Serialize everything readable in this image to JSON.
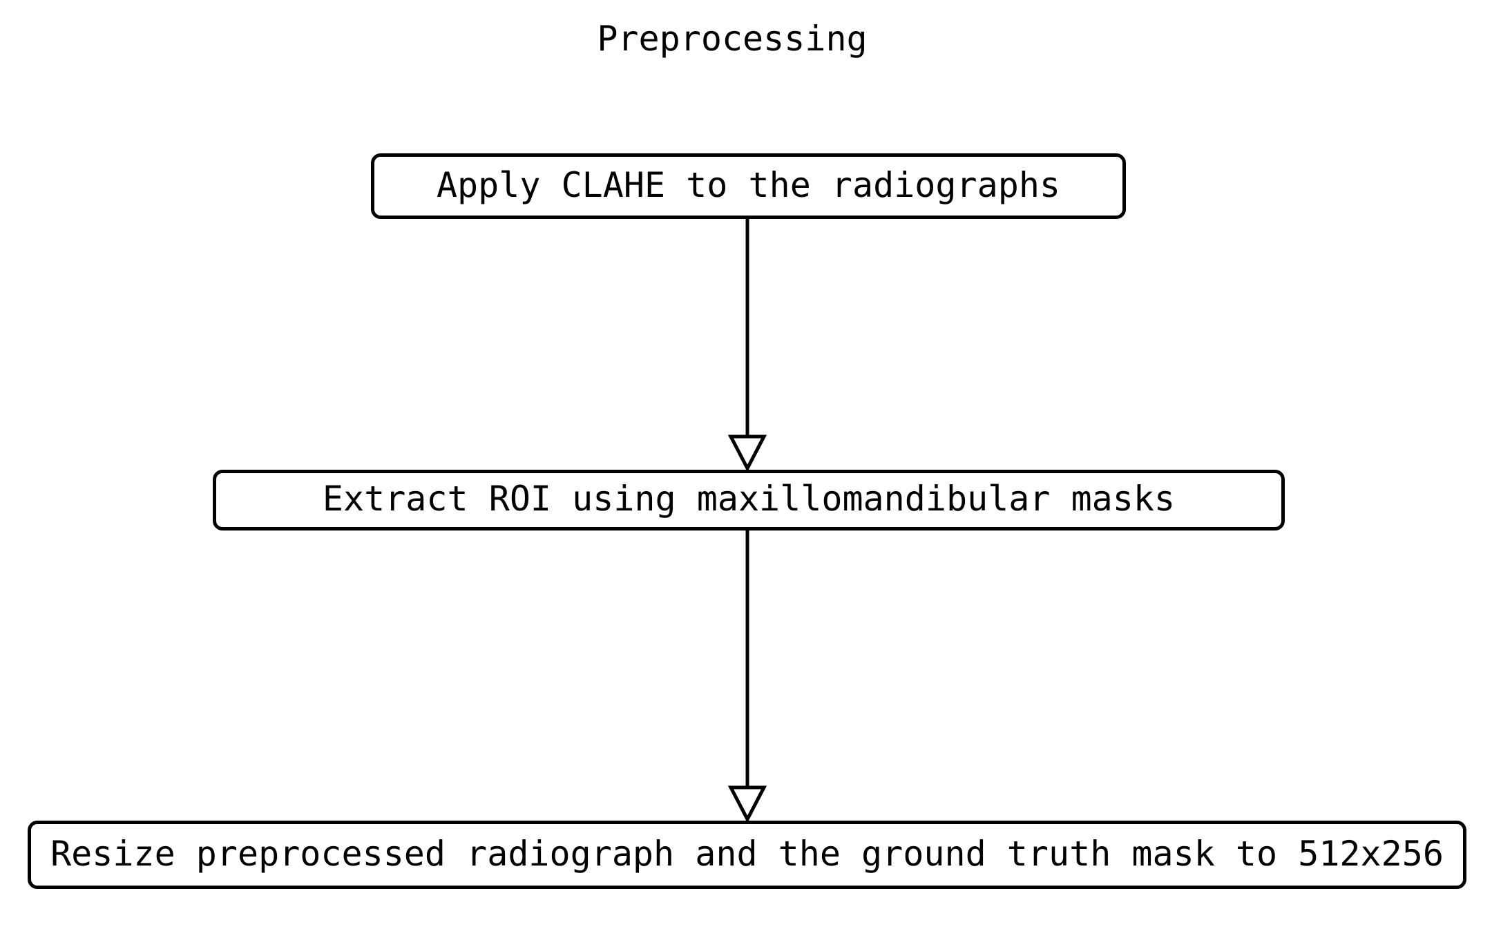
{
  "diagram": {
    "title": "Preprocessing",
    "nodes": [
      {
        "id": "apply-clahe",
        "label": "Apply CLAHE to the radiographs"
      },
      {
        "id": "extract-roi",
        "label": "Extract ROI using maxillomandibular masks"
      },
      {
        "id": "resize-512x256",
        "label": "Resize preprocessed radiograph and the ground truth mask to 512x256"
      }
    ],
    "edges": [
      {
        "from": "apply-clahe",
        "to": "extract-roi",
        "arrowhead": "open-triangle-down"
      },
      {
        "from": "extract-roi",
        "to": "resize-512x256",
        "arrowhead": "open-triangle-down"
      }
    ],
    "colors": {
      "background": "#ffffff",
      "stroke": "#000000",
      "text": "#000000",
      "node_fill": "#ffffff"
    }
  }
}
